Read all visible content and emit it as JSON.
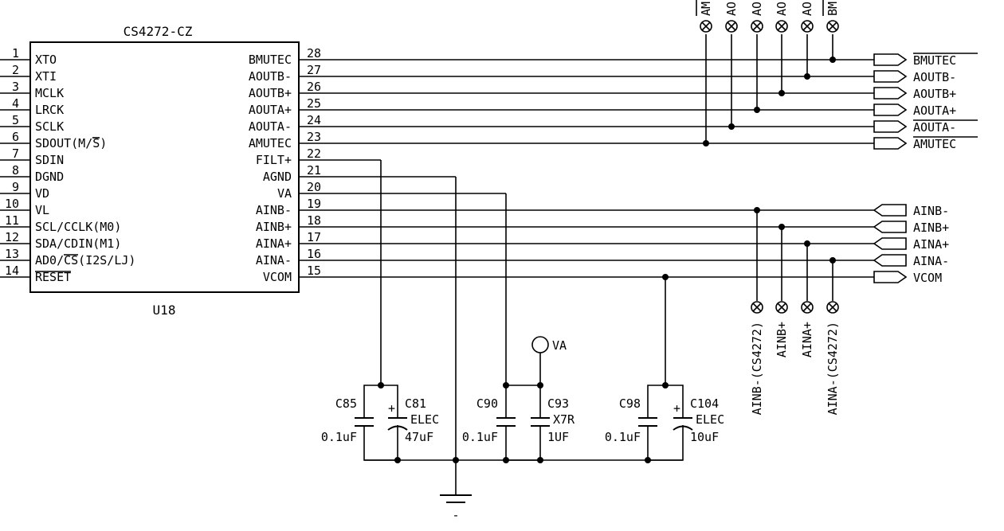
{
  "chip": {
    "part": "CS4272-CZ",
    "ref": "U18",
    "left_pins": [
      {
        "num": "1",
        "name": "XTO"
      },
      {
        "num": "2",
        "name": "XTI"
      },
      {
        "num": "3",
        "name": "MCLK"
      },
      {
        "num": "4",
        "name": "LRCK"
      },
      {
        "num": "5",
        "name": "SCLK"
      },
      {
        "num": "6",
        "name": "SDOUT(M/S)"
      },
      {
        "num": "7",
        "name": "SDIN"
      },
      {
        "num": "8",
        "name": "DGND"
      },
      {
        "num": "9",
        "name": "VD"
      },
      {
        "num": "10",
        "name": "VL"
      },
      {
        "num": "11",
        "name": "SCL/CCLK(M0)"
      },
      {
        "num": "12",
        "name": "SDA/CDIN(M1)"
      },
      {
        "num": "13",
        "name": "AD0/CS(I2S/LJ)"
      },
      {
        "num": "14",
        "name": "RESET"
      }
    ],
    "right_pins": [
      {
        "num": "28",
        "name": "BMUTEC"
      },
      {
        "num": "27",
        "name": "AOUTB-"
      },
      {
        "num": "26",
        "name": "AOUTB+"
      },
      {
        "num": "25",
        "name": "AOUTA+"
      },
      {
        "num": "24",
        "name": "AOUTA-"
      },
      {
        "num": "23",
        "name": "AMUTEC"
      },
      {
        "num": "22",
        "name": "FILT+"
      },
      {
        "num": "21",
        "name": "AGND"
      },
      {
        "num": "20",
        "name": "VA"
      },
      {
        "num": "19",
        "name": "AINB-"
      },
      {
        "num": "18",
        "name": "AINB+"
      },
      {
        "num": "17",
        "name": "AINA+"
      },
      {
        "num": "16",
        "name": "AINA-"
      },
      {
        "num": "15",
        "name": "VCOM"
      }
    ]
  },
  "out_ports": [
    "BMUTEC",
    "AOUTB-",
    "AOUTB+",
    "AOUTA+",
    "AOUTA-",
    "AMUTEC"
  ],
  "in_ports": [
    "AINB-",
    "AINB+",
    "AINA+",
    "AINA-"
  ],
  "vcom_port": "VCOM",
  "top_testpoints": [
    "AM",
    "AO",
    "AO",
    "AO",
    "AO",
    "BM"
  ],
  "bottom_testpoints": [
    "AINB-(CS4272)",
    "AINB+",
    "AINA+",
    "AINA-(CS4272)"
  ],
  "power": {
    "va": "VA"
  },
  "caps": {
    "c85": {
      "ref": "C85",
      "value": "0.1uF"
    },
    "c81": {
      "ref": "C81",
      "type": "ELEC",
      "value": "47uF"
    },
    "c90": {
      "ref": "C90",
      "value": "0.1uF"
    },
    "c93": {
      "ref": "C93",
      "type": "X7R",
      "value": "1UF"
    },
    "c98": {
      "ref": "C98",
      "value": "0.1uF"
    },
    "c104": {
      "ref": "C104",
      "type": "ELEC",
      "value": "10uF"
    }
  },
  "plus_sign": "+",
  "gnd_mark": "-"
}
